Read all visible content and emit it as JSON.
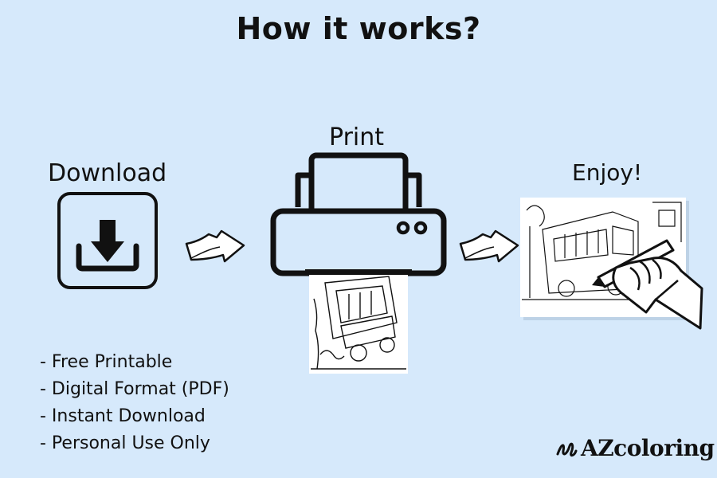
{
  "title": "How it works?",
  "steps": {
    "download": "Download",
    "print": "Print",
    "enjoy": "Enjoy!"
  },
  "features": [
    "- Free Printable",
    "- Digital Format (PDF)",
    "- Instant Download",
    "- Personal Use Only"
  ],
  "brand": {
    "name": "AZcoloring"
  },
  "icons": [
    "download-icon",
    "arrow-right-icon",
    "printer-icon",
    "coloring-page-image",
    "hand-pencil-icon",
    "brand-logo-icon"
  ],
  "colors": {
    "background": "#d6e9fb",
    "ink": "#111111"
  }
}
